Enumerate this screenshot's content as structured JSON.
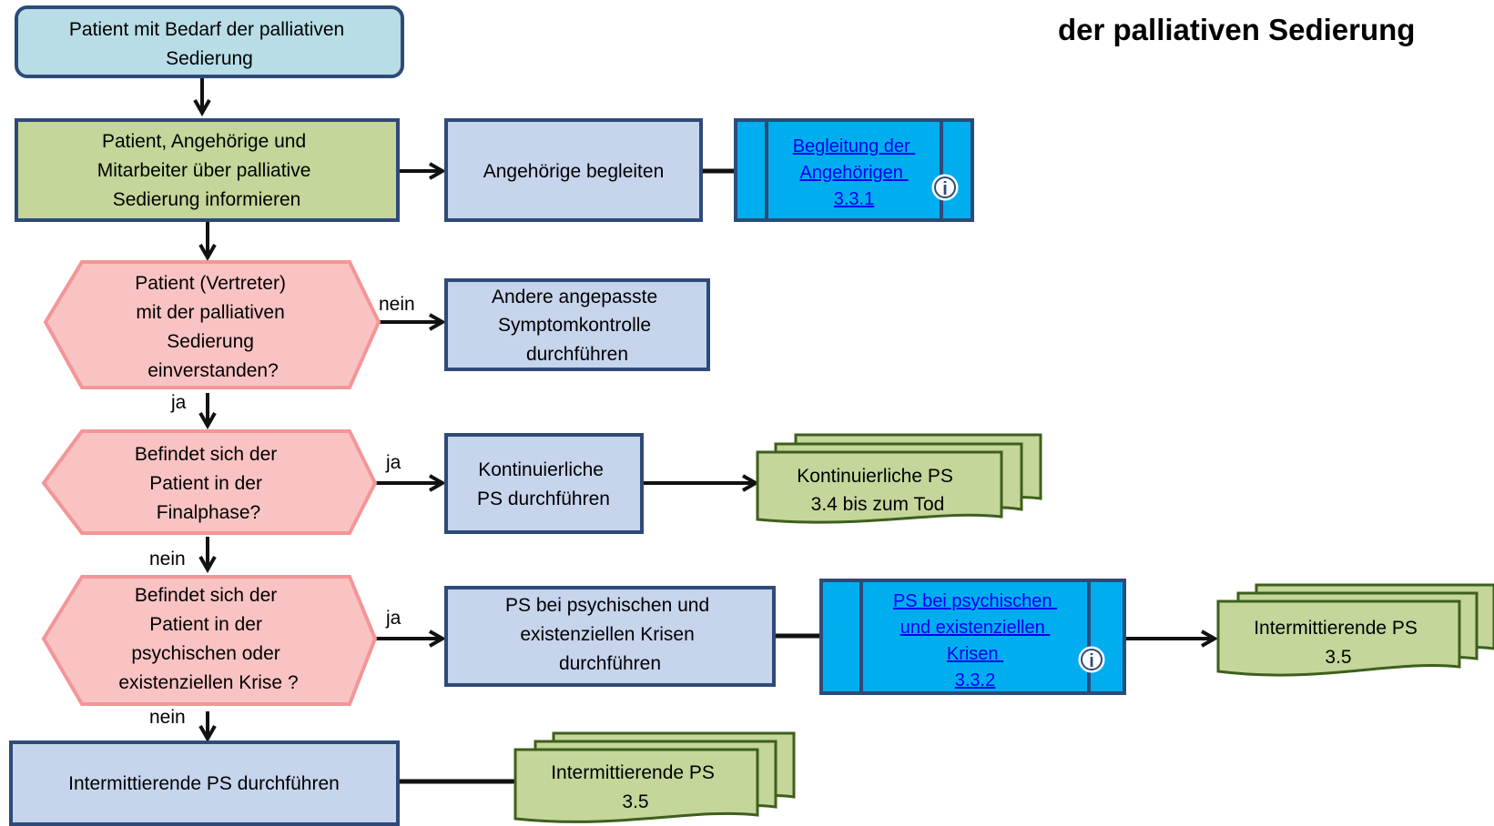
{
  "title": "der palliativen Sedierung",
  "nodes": {
    "start": [
      "Patient mit Bedarf der palliativen",
      "Sedierung"
    ],
    "inform": [
      "Patient, Angehörige und",
      "Mitarbeiter über palliative",
      "Sedierung  informieren"
    ],
    "accompany": [
      "Angehörige begleiten"
    ],
    "link1": [
      "Begleitung der",
      "Angehörigen",
      "3.3.1"
    ],
    "consent": [
      "Patient (Vertreter)",
      "mit der palliativen",
      "Sedierung",
      "einverstanden?"
    ],
    "other": [
      "Andere angepasste",
      "Symptomkontrolle",
      "durchführen"
    ],
    "final": [
      "Befindet sich der",
      "Patient in der",
      "Finalphase?"
    ],
    "continuous": [
      "Kontinuierliche",
      "PS durchführen"
    ],
    "doc_cont": [
      "Kontinuierliche PS",
      "3.4 bis zum Tod"
    ],
    "crisis": [
      "Befindet sich der",
      "Patient in der",
      "psychischen oder",
      "existenziellen Krise ?"
    ],
    "ps_crisis": [
      "PS bei psychischen und",
      "existenziellen Krisen",
      "durchführen"
    ],
    "link2": [
      "PS bei psychischen",
      "und existenziellen",
      "Krisen",
      "3.3.2"
    ],
    "doc_int1": [
      "Intermittierende  PS",
      "3.5"
    ],
    "intermittent": [
      "Intermittierende PS durchführen"
    ],
    "doc_int2": [
      "Intermittierende  PS",
      "3.5"
    ]
  },
  "labels": {
    "yes": "ja",
    "no": "nein"
  },
  "icons": {
    "info": "info-icon"
  },
  "colors": {
    "start_fill": "#B8DDE6",
    "process_fill": "#C6D4EC",
    "inform_fill": "#C4D69A",
    "decision_fill": "#F9C3C3",
    "decision_stroke": "#F49597",
    "link_fill": "#00AEEF",
    "document_fill": "#C4D69A",
    "border": "#2E4A78",
    "document_border": "#3E5F1C",
    "link_text": "#0000EE",
    "connector": "#111111"
  }
}
